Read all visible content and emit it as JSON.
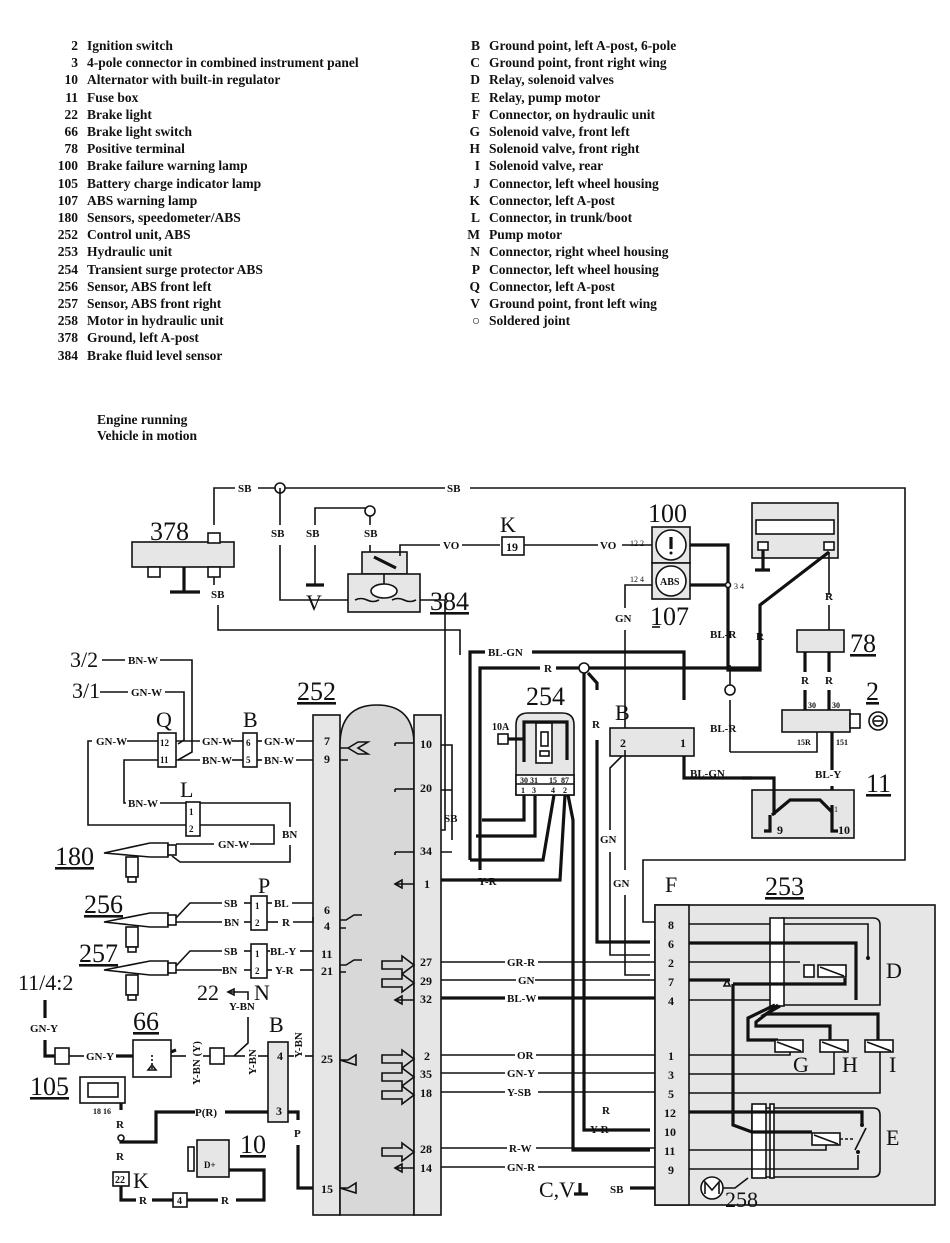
{
  "legend_numbers": [
    {
      "key": "2",
      "text": "Ignition switch"
    },
    {
      "key": "3",
      "text": "4-pole connector in combined instrument panel"
    },
    {
      "key": "10",
      "text": "Alternator with built-in regulator"
    },
    {
      "key": "11",
      "text": "Fuse box"
    },
    {
      "key": "22",
      "text": "Brake light"
    },
    {
      "key": "66",
      "text": "Brake light switch"
    },
    {
      "key": "78",
      "text": "Positive terminal"
    },
    {
      "key": "100",
      "text": "Brake failure warning lamp"
    },
    {
      "key": "105",
      "text": "Battery charge indicator lamp"
    },
    {
      "key": "107",
      "text": "ABS warning lamp"
    },
    {
      "key": "180",
      "text": "Sensors, speedometer/ABS"
    },
    {
      "key": "252",
      "text": "Control unit, ABS"
    },
    {
      "key": "253",
      "text": "Hydraulic unit"
    },
    {
      "key": "254",
      "text": "Transient surge protector ABS"
    },
    {
      "key": "256",
      "text": "Sensor, ABS front left"
    },
    {
      "key": "257",
      "text": "Sensor, ABS front right"
    },
    {
      "key": "258",
      "text": "Motor in hydraulic unit"
    },
    {
      "key": "378",
      "text": "Ground, left A-post"
    },
    {
      "key": "384",
      "text": "Brake fluid level sensor"
    }
  ],
  "legend_letters": [
    {
      "key": "B",
      "text": "Ground point, left A-post, 6-pole"
    },
    {
      "key": "C",
      "text": "Ground point, front right wing"
    },
    {
      "key": "D",
      "text": "Relay, solenoid valves"
    },
    {
      "key": "E",
      "text": "Relay, pump motor"
    },
    {
      "key": "F",
      "text": "Connector, on hydraulic unit"
    },
    {
      "key": "G",
      "text": "Solenoid valve, front left"
    },
    {
      "key": "H",
      "text": "Solenoid valve, front right"
    },
    {
      "key": "I",
      "text": "Solenoid valve, rear"
    },
    {
      "key": "J",
      "text": "Connector, left wheel housing"
    },
    {
      "key": "K",
      "text": "Connector, left A-post"
    },
    {
      "key": "L",
      "text": "Connector, in trunk/boot"
    },
    {
      "key": "M",
      "text": "Pump motor"
    },
    {
      "key": "N",
      "text": "Connector,  right wheel housing"
    },
    {
      "key": "P",
      "text": "Connector, left wheel housing"
    },
    {
      "key": "Q",
      "text": "Connector, left A-post"
    },
    {
      "key": "V",
      "text": "Ground point, front left wing"
    },
    {
      "key": "○",
      "text": "Soldered joint"
    }
  ],
  "state": {
    "line1": "Engine running",
    "line2": "Vehicle in motion"
  },
  "components": {
    "c378": "378",
    "c384": "384",
    "c100": "100",
    "c107": "107",
    "c78": "78",
    "c2": "2",
    "c11": "11",
    "c252": "252",
    "c254": "254",
    "c253": "253",
    "c180": "180",
    "c256": "256",
    "c257": "257",
    "c66": "66",
    "c105": "105",
    "c10": "10",
    "c258": "258",
    "ref_3_2": "3/2",
    "ref_3_1": "3/1",
    "ref_11_4_2": "11/4:2",
    "ref_22": "22",
    "ref_cv": "C,V"
  },
  "connectors": {
    "K_top": "K",
    "K_top_pin": "19",
    "Q": "Q",
    "Q_pins": [
      "12",
      "11"
    ],
    "B_left": "B",
    "B_left_pins": [
      "6",
      "5"
    ],
    "L": "L",
    "L_pins": [
      "1",
      "2"
    ],
    "P": "P",
    "P_pins": [
      "1",
      "2"
    ],
    "N": "N",
    "N_pins": [
      "1",
      "2"
    ],
    "B_mid": "B",
    "B_mid_pins": [
      "2",
      "1"
    ],
    "B_low": "B",
    "B_low_pins": [
      "4",
      "3"
    ],
    "K_bottom": "K",
    "K_bottom_pins": [
      "22",
      "4"
    ],
    "F": "F",
    "D": "D",
    "E": "E",
    "G": "G",
    "H": "H",
    "I": "I",
    "V": "V",
    "fuse_10A": "10A",
    "alt_terminal": "D+",
    "abs_lamp_text": "ABS"
  },
  "ecu_left_pins": [
    "7",
    "9",
    "6",
    "4",
    "11",
    "21",
    "25",
    "15"
  ],
  "ecu_right_pins": [
    "10",
    "20",
    "34",
    "1",
    "27",
    "29",
    "32",
    "2",
    "35",
    "18",
    "28",
    "14"
  ],
  "protector_pins": {
    "top": [
      "30",
      "31",
      "15",
      "87"
    ],
    "bottom": [
      "1",
      "3",
      "4",
      "2"
    ]
  },
  "f_pins": [
    "8",
    "6",
    "2",
    "7",
    "4",
    "1",
    "3",
    "5",
    "12",
    "10",
    "11",
    "9"
  ],
  "switch_pins": {
    "p30a": "30",
    "p30b": "30",
    "p15r": "15R",
    "p151": "151"
  },
  "fuse_pins": {
    "p9": "9",
    "p10": "10",
    "p1": "1"
  },
  "lamp_pins": {
    "p122": "12 2",
    "p124": "12 4",
    "p34": "3 4",
    "p18": "18 16"
  },
  "wires": {
    "sb": "SB",
    "vo": "VO",
    "gn": "GN",
    "bl_gn": "BL-GN",
    "r": "R",
    "bl_r": "BL-R",
    "bl_y": "BL-Y",
    "bn_w": "BN-W",
    "gn_w": "GN-W",
    "bn": "BN",
    "bl": "BL",
    "y_r": "Y-R",
    "gr_r": "GR-R",
    "bl_w": "BL-W",
    "or": "OR",
    "gn_y": "GN-Y",
    "y_sb": "Y-SB",
    "r_w": "R-W",
    "gn_r": "GN-R",
    "y_bn": "Y-BN",
    "y_bn_y": "Y-BN (Y)",
    "p_r": "P(R)",
    "p": "P"
  }
}
